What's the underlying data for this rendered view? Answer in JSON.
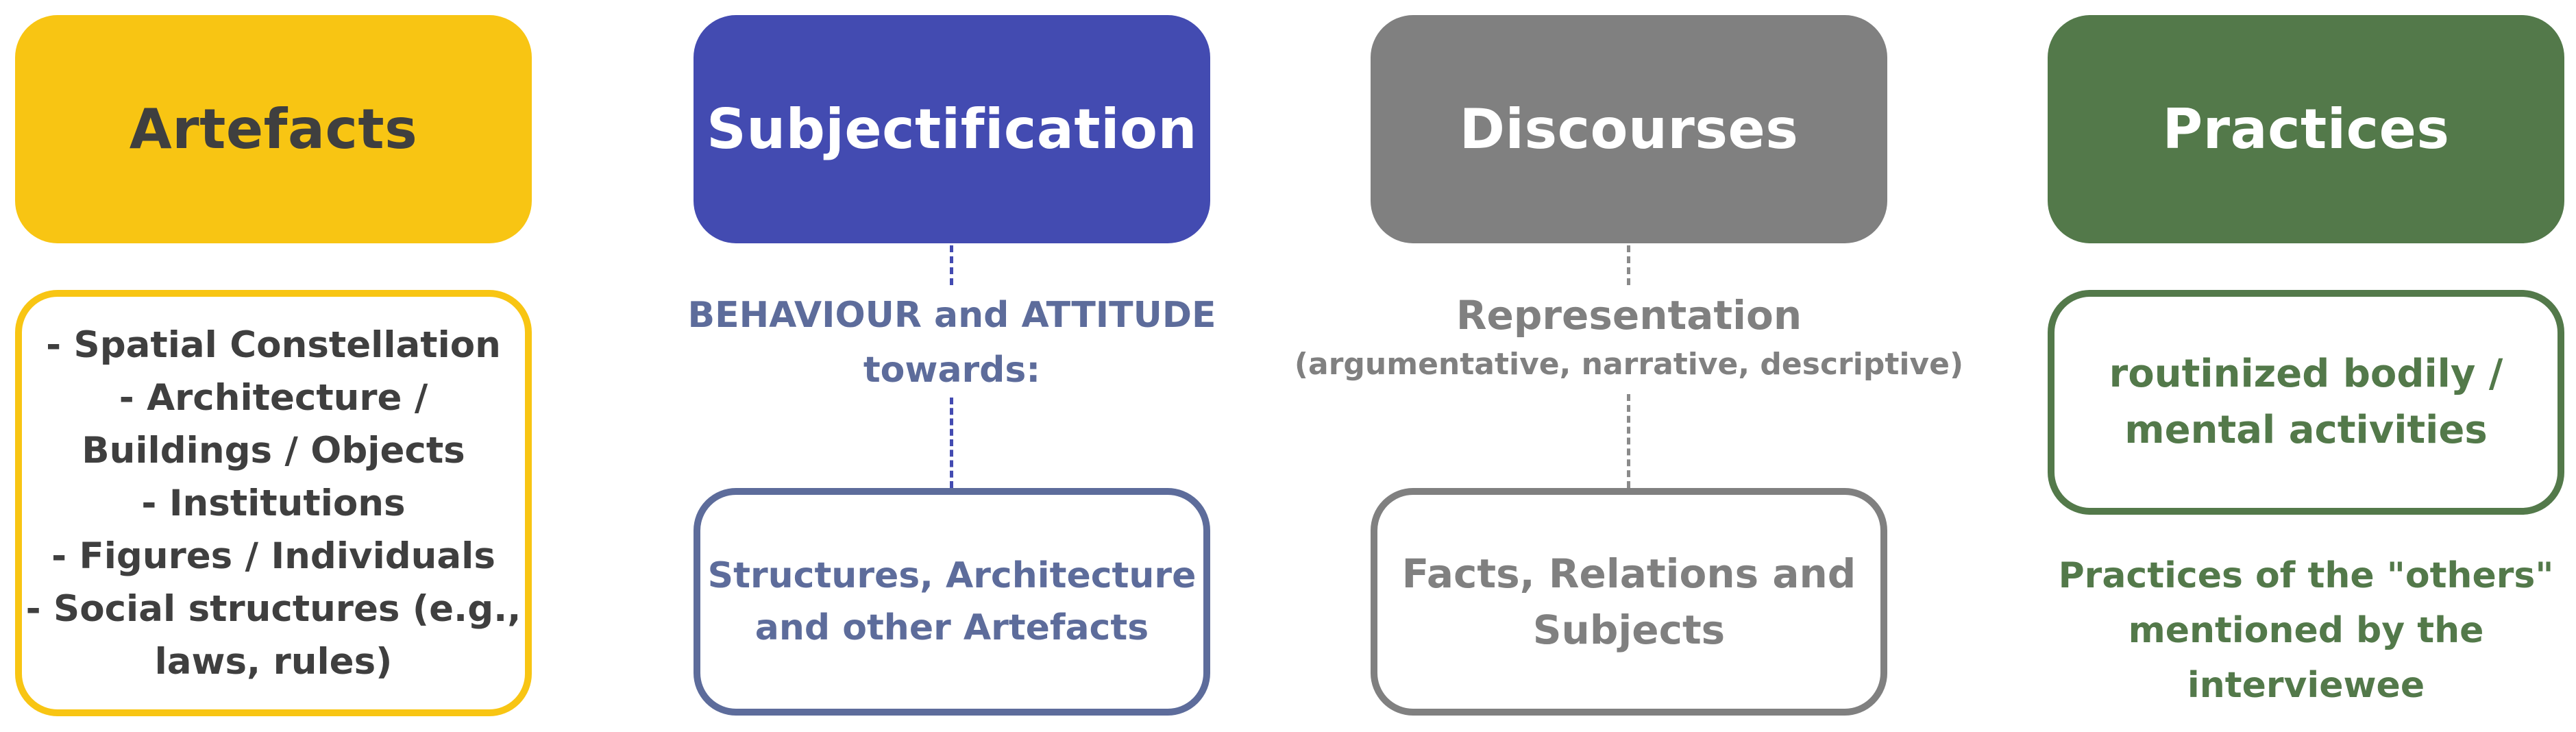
{
  "columns": [
    {
      "title": "Artefacts",
      "box_text": "- Spatial Constellation\n- Architecture /\nBuildings / Objects\n- Institutions\n- Figures / Individuals\n- Social structures (e.g.,\nlaws, rules)",
      "color": "#f8c513"
    },
    {
      "title": "Subjectification",
      "connector_label": "BEHAVIOUR and ATTITUDE\ntowards:",
      "box_text": "Structures, Architecture\nand other Artefacts",
      "color": "#434bb1",
      "text_color": "#5d6c9b"
    },
    {
      "title": "Discourses",
      "connector_label": "Representation",
      "connector_sublabel": "(argumentative, narrative, descriptive)",
      "box_text": "Facts, Relations and\nSubjects",
      "color": "#808080"
    },
    {
      "title": "Practices",
      "box_text": "routinized bodily /\nmental activities",
      "caption": "Practices of the \"others\"\nmentioned by the\ninterviewee",
      "color": "#53794a"
    }
  ]
}
